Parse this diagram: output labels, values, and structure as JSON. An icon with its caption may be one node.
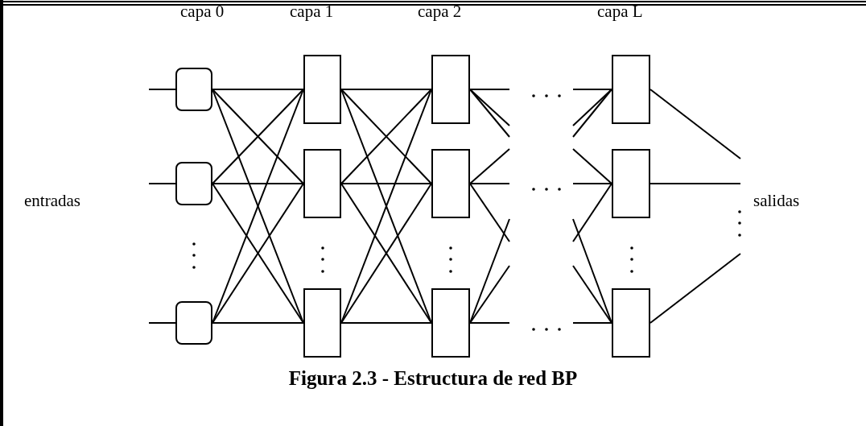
{
  "diagram": {
    "caption": "Figura 2.3 - Estructura de red BP",
    "nodes": [
      {
        "text": [],
        "shape": "box"
      },
      {
        "text": [],
        "shape": "box"
      },
      {
        "text": [],
        "shape": "box"
      },
      {
        "text": [],
        "shape": "box"
      },
      {
        "text": [],
        "shape": "box"
      },
      {
        "text": [],
        "shape": "box"
      },
      {
        "text": [],
        "shape": "box"
      },
      {
        "text": [],
        "shape": "box"
      },
      {
        "text": [],
        "shape": "box"
      },
      {
        "text": [],
        "shape": "box"
      },
      {
        "text": [],
        "shape": "box"
      },
      {
        "text": [],
        "shape": "box"
      }
    ],
    "edges": [
      {
        "from": null,
        "to": 0,
        "arrow": "none"
      },
      {
        "from": null,
        "to": 1,
        "arrow": "none"
      },
      {
        "from": null,
        "to": 2,
        "arrow": "none"
      },
      {
        "from": 0,
        "to": 3,
        "arrow": "none"
      },
      {
        "from": 0,
        "to": 4,
        "arrow": "none"
      },
      {
        "from": 0,
        "to": 5,
        "arrow": "none"
      },
      {
        "from": 1,
        "to": 3,
        "arrow": "none"
      },
      {
        "from": 1,
        "to": 4,
        "arrow": "none"
      },
      {
        "from": 1,
        "to": 5,
        "arrow": "none"
      },
      {
        "from": 2,
        "to": 3,
        "arrow": "none"
      },
      {
        "from": 2,
        "to": 4,
        "arrow": "none"
      },
      {
        "from": 2,
        "to": 5,
        "arrow": "none"
      },
      {
        "from": 3,
        "to": 6,
        "arrow": "none"
      },
      {
        "from": 3,
        "to": 7,
        "arrow": "none"
      },
      {
        "from": 3,
        "to": 8,
        "arrow": "none"
      },
      {
        "from": 4,
        "to": 6,
        "arrow": "none"
      },
      {
        "from": 4,
        "to": 7,
        "arrow": "none"
      },
      {
        "from": 4,
        "to": 8,
        "arrow": "none"
      },
      {
        "from": 5,
        "to": 6,
        "arrow": "none"
      },
      {
        "from": 5,
        "to": 7,
        "arrow": "none"
      },
      {
        "from": 5,
        "to": 8,
        "arrow": "none"
      },
      {
        "from": 6,
        "to": null,
        "arrow": "none"
      },
      {
        "from": 6,
        "to": null,
        "arrow": "none"
      },
      {
        "from": 6,
        "to": null,
        "arrow": "none"
      },
      {
        "from": 7,
        "to": null,
        "arrow": "none"
      },
      {
        "from": 7,
        "to": null,
        "arrow": "none"
      },
      {
        "from": 7,
        "to": null,
        "arrow": "none"
      },
      {
        "from": 8,
        "to": null,
        "arrow": "none"
      },
      {
        "from": 8,
        "to": null,
        "arrow": "none"
      },
      {
        "from": 8,
        "to": null,
        "arrow": "none"
      },
      {
        "from": null,
        "to": 9,
        "arrow": "none"
      },
      {
        "from": null,
        "to": 9,
        "arrow": "none"
      },
      {
        "from": null,
        "to": 9,
        "arrow": "none"
      },
      {
        "from": null,
        "to": 10,
        "arrow": "none"
      },
      {
        "from": null,
        "to": 10,
        "arrow": "none"
      },
      {
        "from": null,
        "to": 10,
        "arrow": "none"
      },
      {
        "from": null,
        "to": 11,
        "arrow": "none"
      },
      {
        "from": null,
        "to": 11,
        "arrow": "none"
      },
      {
        "from": null,
        "to": 11,
        "arrow": "none"
      },
      {
        "from": 9,
        "to": null,
        "arrow": "none"
      },
      {
        "from": 10,
        "to": null,
        "arrow": "none"
      },
      {
        "from": 11,
        "to": null,
        "arrow": "none"
      }
    ],
    "labels": [
      "capa 0",
      "capa 1",
      "capa 2",
      "capa L",
      "entradas",
      "salidas"
    ]
  }
}
